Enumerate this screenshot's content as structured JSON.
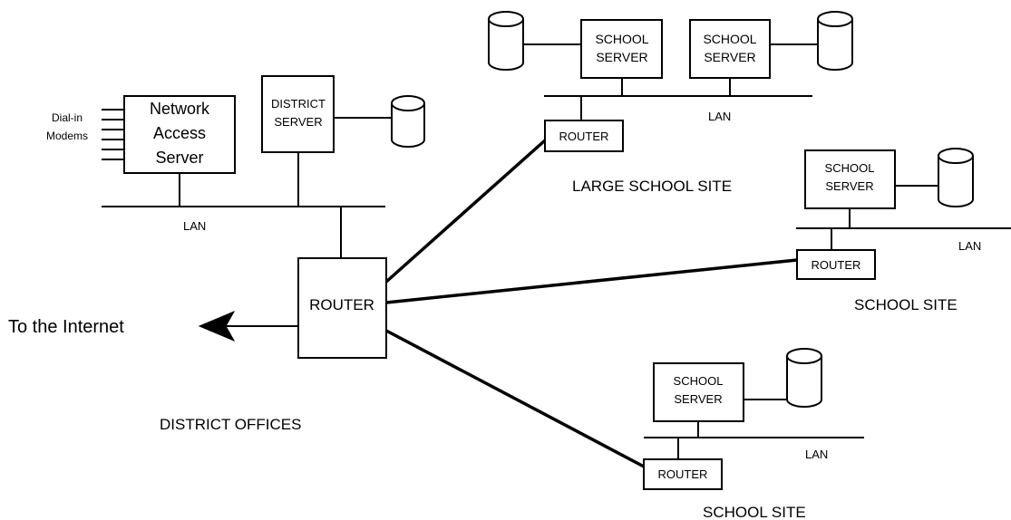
{
  "district": {
    "nas_line1": "Network",
    "nas_line2": "Access",
    "nas_line3": "Server",
    "dialin_line1": "Dial-in",
    "dialin_line2": "Modems",
    "server_line1": "DISTRICT",
    "server_line2": "SERVER",
    "lan": "LAN",
    "router": "ROUTER",
    "internet": "To the Internet",
    "site": "DISTRICT OFFICES"
  },
  "large_school": {
    "server1_line1": "SCHOOL",
    "server1_line2": "SERVER",
    "server2_line1": "SCHOOL",
    "server2_line2": "SERVER",
    "lan": "LAN",
    "router": "ROUTER",
    "site": "LARGE SCHOOL SITE"
  },
  "school_site_1": {
    "server_line1": "SCHOOL",
    "server_line2": "SERVER",
    "lan": "LAN",
    "router": "ROUTER",
    "site": "SCHOOL SITE"
  },
  "school_site_2": {
    "server_line1": "SCHOOL",
    "server_line2": "SERVER",
    "lan": "LAN",
    "router": "ROUTER",
    "site": "SCHOOL SITE"
  }
}
